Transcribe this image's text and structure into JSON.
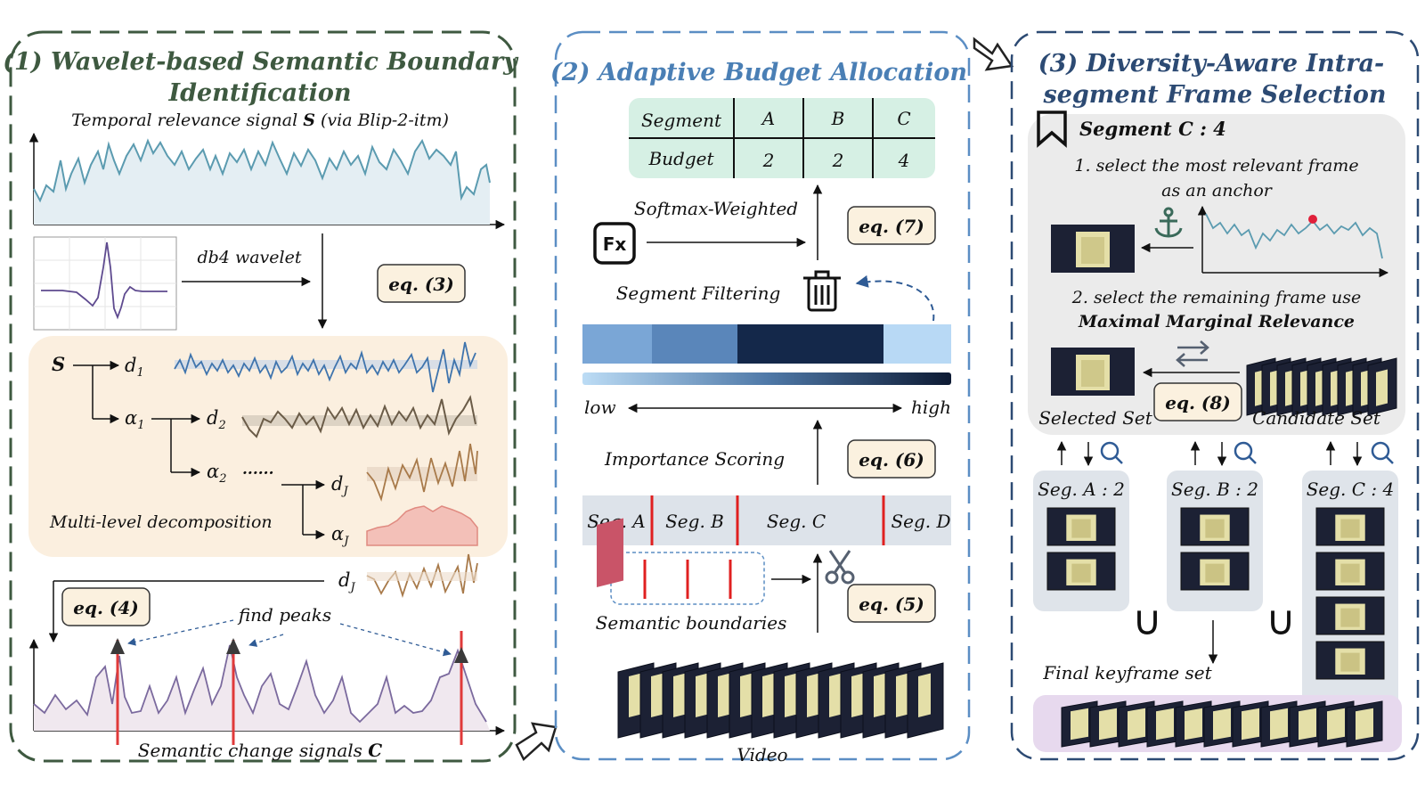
{
  "panel1": {
    "title_line1": "(1) Wavelet-based Semantic Boundary",
    "title_line2": "Identification",
    "signal_caption_pre": "Temporal relevance signal ",
    "signal_caption_symbol": "S",
    "signal_caption_post": " (via Blip-2-itm)",
    "wavelet_label": "db4 wavelet",
    "eq3": "eq. (3)",
    "decomp": {
      "s": "S",
      "d1": "d",
      "d1_sub": "1",
      "a1": "α",
      "a1_sub": "1",
      "d2": "d",
      "d2_sub": "2",
      "a2": "α",
      "a2_sub": "2",
      "dots": "......",
      "dJ": "d",
      "dJ_sub": "J",
      "aJ": "α",
      "aJ_sub": "J",
      "label": "Multi-level decomposition"
    },
    "dJ_bottom": "d",
    "dJ_bottom_sub": "J",
    "eq4": "eq. (4)",
    "find_peaks": "find peaks",
    "change_caption_pre": "Semantic change signals ",
    "change_caption_symbol": "C",
    "colors": {
      "title": "#3e5940",
      "border": "#3e5940",
      "signal": "#5b9bb0",
      "decomp_bg": "#fbefdf",
      "peak": "#e03a3a"
    }
  },
  "panel2": {
    "title": "(2) Adaptive Budget Allocation",
    "table": {
      "header": [
        "Segment",
        "A",
        "B",
        "C"
      ],
      "budget_row": [
        "Budget",
        "2",
        "2",
        "4"
      ]
    },
    "fx_icon_text": "Fx",
    "softmax_label": "Softmax-Weighted",
    "eq7": "eq. (7)",
    "filtering_label": "Segment Filtering",
    "scale_low": "low",
    "scale_high": "high",
    "importance_label": "Importance Scoring",
    "eq6": "eq. (6)",
    "segments": [
      "Seg. A",
      "Seg. B",
      "Seg. C",
      "Seg. D"
    ],
    "boundaries_label": "Semantic boundaries",
    "eq5": "eq. (5)",
    "video_label": "Video",
    "colors": {
      "title": "#4a7fb5",
      "border": "#5b8ec4",
      "table_bg": "#d6f0e4"
    }
  },
  "panel3": {
    "title_line1": "(3) Diversity-Aware Intra-",
    "title_line2": "segment Frame Selection",
    "segment_heading": "Segment  C : 4",
    "step1_line1": "1. select the most relevant frame",
    "step1_line2": "as an anchor",
    "step2_line1": "2. select the remaining frame use",
    "step2_line2": "Maximal Marginal Relevance",
    "selected_set": "Selected Set",
    "candidate_set": "Candidate Set",
    "eq8": "eq. (8)",
    "seg_columns": [
      {
        "label": "Seg. A : 2",
        "frames": 2
      },
      {
        "label": "Seg. B : 2",
        "frames": 2
      },
      {
        "label": "Seg. C : 4",
        "frames": 4
      }
    ],
    "union_symbol": "∪",
    "final_label": "Final keyframe set",
    "colors": {
      "title": "#2c4a73",
      "border": "#2c4a73",
      "inner_bg": "#ebebeb",
      "seg_bg": "#dfe4ea",
      "final_bg": "#e7d9ee"
    }
  }
}
